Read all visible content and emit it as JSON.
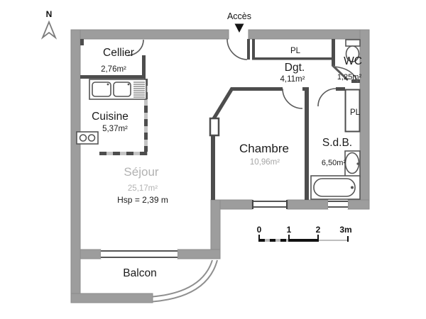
{
  "plan": {
    "north_label": "N",
    "entrance_label": "Accès",
    "rooms": {
      "cellier": {
        "name": "Cellier",
        "area": "2,76m²"
      },
      "cuisine": {
        "name": "Cuisine",
        "area": "5,37m²"
      },
      "sejour": {
        "name": "Séjour",
        "area": "25,17m²",
        "ceiling_height": "Hsp = 2,39 m"
      },
      "chambre": {
        "name": "Chambre",
        "area": "10,96m²"
      },
      "degagement": {
        "name": "Dgt.",
        "area": "4,11m²"
      },
      "wc": {
        "name": "WC",
        "area": "1,25m²"
      },
      "sdb": {
        "name": "S.d.B.",
        "area": "6,50m²"
      },
      "balcon": {
        "name": "Balcon"
      },
      "placard_entree": {
        "name": "PL"
      },
      "placard_sdb": {
        "name": "PL"
      }
    },
    "scale_bar": {
      "ticks": [
        "0",
        "1",
        "2",
        "3m"
      ]
    },
    "colors": {
      "outer_wall": "#9d9d9d",
      "inner_wall": "#4d4d4d",
      "text": "#1b1b1b",
      "faded_text": "#b2b2b2",
      "background": "#ffffff"
    }
  }
}
